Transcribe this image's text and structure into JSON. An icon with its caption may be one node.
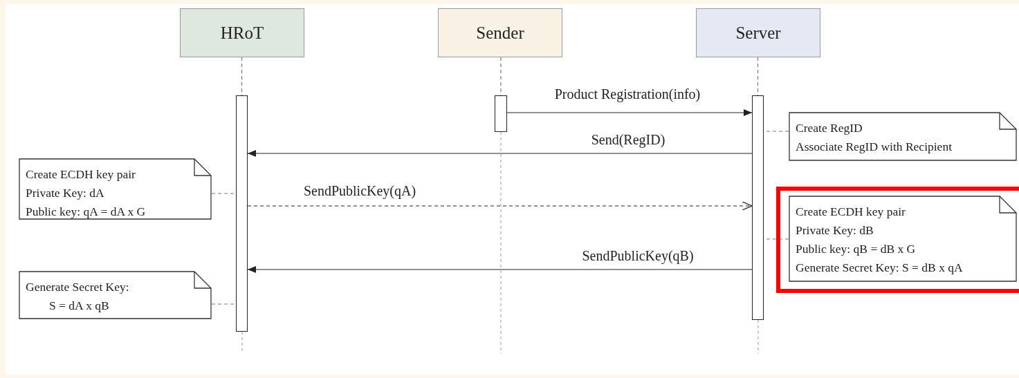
{
  "diagram": {
    "nodes": [
      {
        "text": [
          "HRoT"
        ]
      },
      {
        "text": [
          "Sender"
        ]
      },
      {
        "text": [
          "Server"
        ]
      },
      {
        "text": [],
        "shape": "bar"
      },
      {
        "text": [],
        "shape": "bar"
      },
      {
        "text": [],
        "shape": "bar"
      },
      {
        "text": [
          "Create RegID",
          "Associate RegID with Recipient"
        ]
      },
      {
        "text": [
          "Create ECDH key pair",
          "Private Key: dA",
          "Public key: qA = dA x G"
        ]
      },
      {
        "text": [
          "Create ECDH key pair",
          "Private Key: dB",
          "Public key: qB = dB x G",
          "Generate Secret Key: S = dB x qA"
        ]
      },
      {
        "text": [
          "Generate Secret Key:",
          "S = dA x qB"
        ]
      }
    ],
    "edges": [
      {
        "from": 0,
        "to": 3,
        "arrow": "none",
        "style": "dashed"
      },
      {
        "from": 1,
        "to": 4,
        "arrow": "none",
        "style": "dashed"
      },
      {
        "from": 2,
        "to": 5,
        "arrow": "none",
        "style": "dashed"
      },
      {
        "from": 4,
        "to": 5,
        "arrow": "to",
        "label": "Product Registration(info)"
      },
      {
        "from": 6,
        "to": 5,
        "arrow": "none",
        "style": "dashed"
      },
      {
        "from": 5,
        "to": 3,
        "arrow": "to",
        "label": "Send(RegID)"
      },
      {
        "from": 7,
        "to": 3,
        "arrow": "none",
        "style": "dashed"
      },
      {
        "from": 3,
        "to": 5,
        "arrow": "to",
        "label": "SendPublicKey(qA)",
        "style": "dashed"
      },
      {
        "from": 8,
        "to": 5,
        "arrow": "none",
        "style": "dashed"
      },
      {
        "from": 5,
        "to": 3,
        "arrow": "to",
        "label": "SendPublicKey(qB)"
      },
      {
        "from": 9,
        "to": 3,
        "arrow": "none",
        "style": "dashed"
      }
    ]
  }
}
